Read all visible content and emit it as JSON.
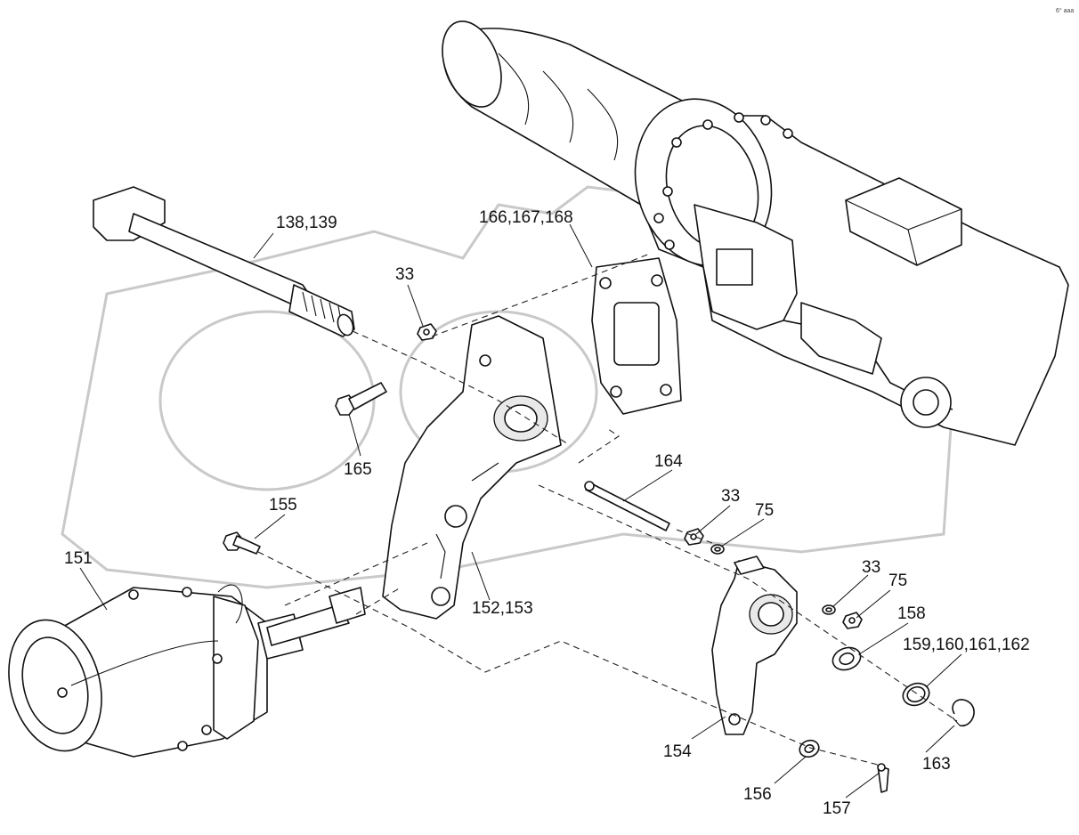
{
  "callouts": {
    "c138": "138,139",
    "c166": "166,167,168",
    "c33a": "33",
    "c165": "165",
    "c164": "164",
    "c33b": "33",
    "c75a": "75",
    "c155": "155",
    "c151": "151",
    "c152": "152,153",
    "c33c": "33",
    "c75b": "75",
    "c158": "158",
    "c159": "159,160,161,162",
    "c154": "154",
    "c163": "163",
    "c156": "156",
    "c157": "157"
  },
  "corner_mark": "6° aaa"
}
